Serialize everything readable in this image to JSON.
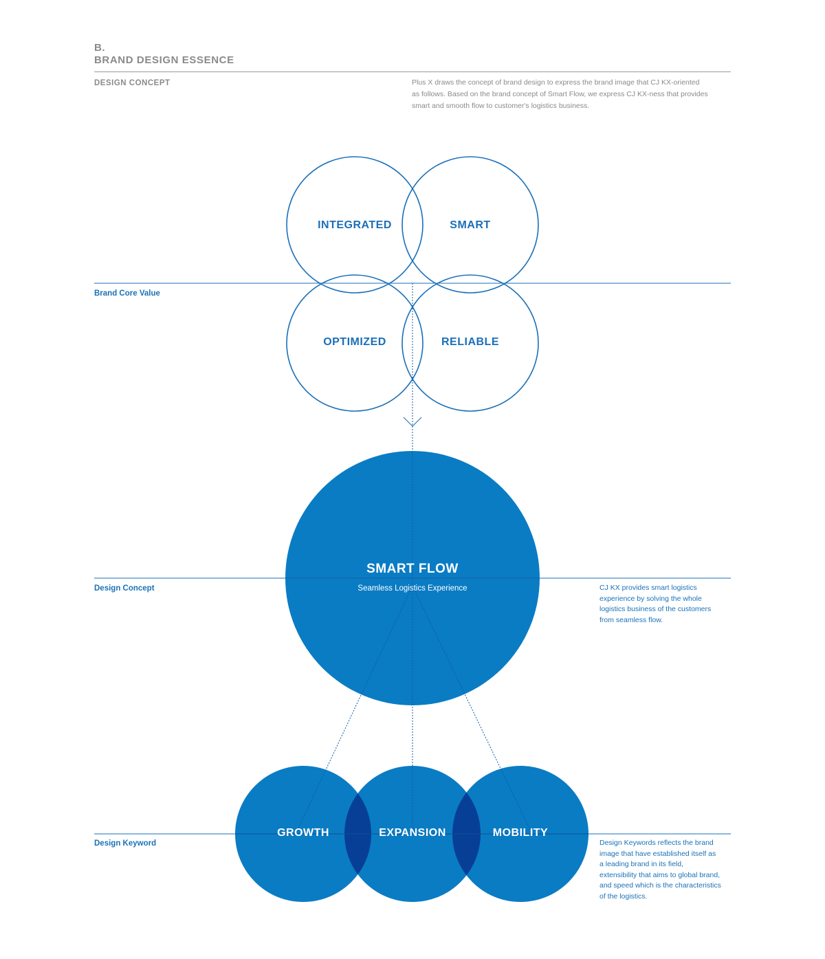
{
  "header": {
    "section_letter": "B.",
    "section_title": "BRAND DESIGN ESSENCE",
    "sub_heading": "DESIGN CONCEPT",
    "intro_lines": [
      "Plus X draws the concept of brand design to express the brand image that CJ KX-oriented",
      "as follows. Based on the brand concept of Smart Flow, we express CJ KX-ness that provides",
      "smart and smooth flow to customer's logistics business."
    ]
  },
  "rows": {
    "core_value_label": "Brand Core Value",
    "concept_label": "Design Concept",
    "keyword_label": "Design Keyword"
  },
  "core_values": {
    "top_left": "INTEGRATED",
    "top_right": "SMART",
    "bottom_left": "OPTIMIZED",
    "bottom_right": "RELIABLE"
  },
  "concept": {
    "title": "SMART FLOW",
    "subtitle": "Seamless Logistics Experience",
    "note_lines": [
      "CJ KX provides smart logistics",
      "experience by solving the whole",
      "logistics business of the customers",
      "from seamless flow."
    ]
  },
  "keywords": {
    "left": "GROWTH",
    "center": "EXPANSION",
    "right": "MOBILITY",
    "note_lines": [
      "Design Keywords reflects the brand",
      "image that have established itself as",
      "a leading brand in its field,",
      "extensibility that aims to global brand,",
      "and speed which is the characteristics",
      "of the logistics."
    ]
  },
  "colors": {
    "brand_blue": "#0a7cc4",
    "line_blue": "#1a6fb8",
    "overlap_blue": "#083f96",
    "gray_text": "#8a8a8a"
  }
}
